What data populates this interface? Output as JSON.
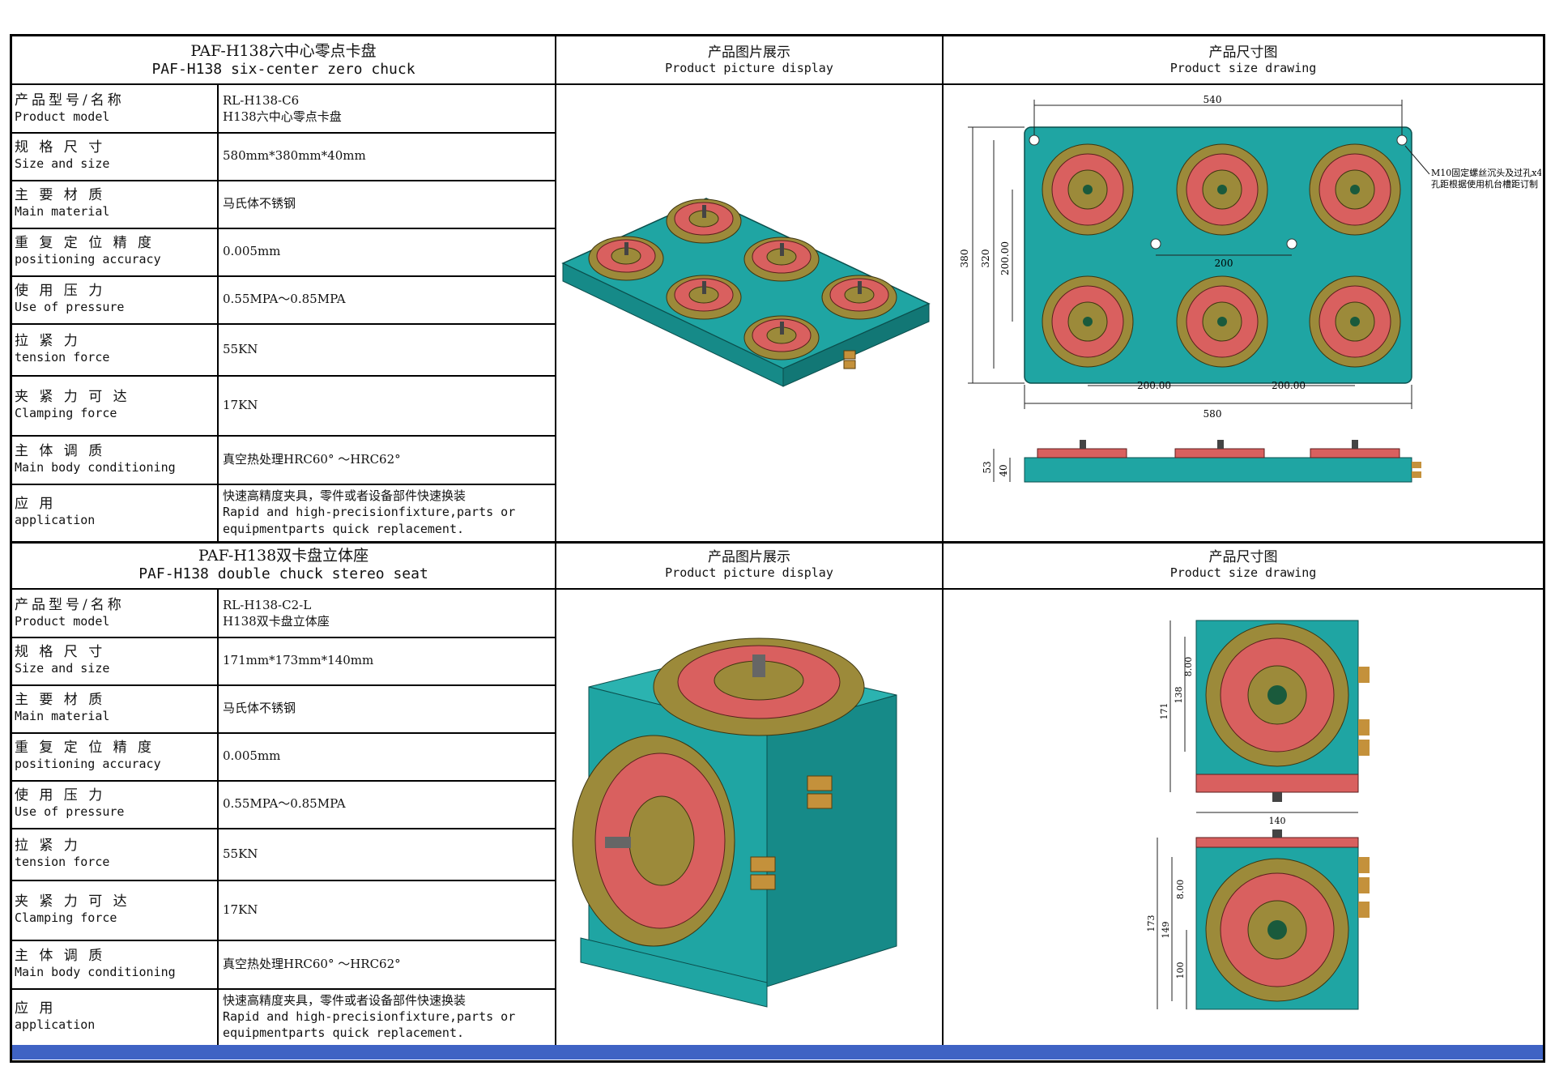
{
  "products": [
    {
      "title_zh": "PAF-H138六中心零点卡盘",
      "title_en": "PAF-H138 six-center zero chuck",
      "picture_header": {
        "zh": "产品图片展示",
        "en": "Product picture display"
      },
      "drawing_header": {
        "zh": "产品尺寸图",
        "en": "Product size drawing"
      },
      "specs": [
        {
          "label_zh": "产品型号/名称",
          "label_en": "Product model",
          "value": "RL-H138-C6",
          "value2": "H138六中心零点卡盘"
        },
        {
          "label_zh": "规 格 尺 寸",
          "label_en": "Size and size",
          "value": "580mm*380mm*40mm"
        },
        {
          "label_zh": "主 要 材 质",
          "label_en": "Main material",
          "value": "马氏体不锈钢"
        },
        {
          "label_zh": "重 复 定 位 精 度",
          "label_en": "positioning accuracy",
          "value": "0.005mm"
        },
        {
          "label_zh": "使 用 压 力",
          "label_en": "Use of pressure",
          "value": "0.55MPA～0.85MPA"
        },
        {
          "label_zh": "拉 紧 力",
          "label_en": "tension force",
          "value": "55KN"
        },
        {
          "label_zh": "夹 紧 力 可 达",
          "label_en": "Clamping force",
          "value": "17KN"
        },
        {
          "label_zh": "主 体 调 质",
          "label_en": "Main body conditioning",
          "value": "真空热处理HRC60° ～HRC62°"
        },
        {
          "label_zh": "应 用",
          "label_en": "application",
          "value": "快速高精度夹具，零件或者设备部件快速换装",
          "value2": "Rapid and high-precisionfixture,parts or",
          "value3": "equipmentparts quick replacement."
        }
      ],
      "dimensions": {
        "d540": "540",
        "d380": "380",
        "d320": "320",
        "d200v": "200.00",
        "d200": "200",
        "d200a": "200.00",
        "d200b": "200.00",
        "d580": "580",
        "d53": "53",
        "d40": "40",
        "note1": "M10固定螺丝沉头及过孔x4",
        "note2": "孔距根据使用机台槽距订制"
      }
    },
    {
      "title_zh": "PAF-H138双卡盘立体座",
      "title_en": "PAF-H138 double chuck stereo seat",
      "picture_header": {
        "zh": "产品图片展示",
        "en": "Product picture display"
      },
      "drawing_header": {
        "zh": "产品尺寸图",
        "en": "Product size drawing"
      },
      "specs": [
        {
          "label_zh": "产品型号/名称",
          "label_en": "Product model",
          "value": "RL-H138-C2-L",
          "value2": "H138双卡盘立体座"
        },
        {
          "label_zh": "规 格 尺 寸",
          "label_en": "Size and size",
          "value": "171mm*173mm*140mm"
        },
        {
          "label_zh": "主 要 材 质",
          "label_en": "Main material",
          "value": "马氏体不锈钢"
        },
        {
          "label_zh": "重 复 定 位 精 度",
          "label_en": "positioning accuracy",
          "value": "0.005mm"
        },
        {
          "label_zh": "使 用 压 力",
          "label_en": "Use of pressure",
          "value": "0.55MPA～0.85MPA"
        },
        {
          "label_zh": "拉 紧 力",
          "label_en": "tension force",
          "value": "55KN"
        },
        {
          "label_zh": "夹 紧 力 可 达",
          "label_en": "Clamping force",
          "value": "17KN"
        },
        {
          "label_zh": "主 体 调 质",
          "label_en": "Main body conditioning",
          "value": "真空热处理HRC60° ～HRC62°"
        },
        {
          "label_zh": "应 用",
          "label_en": "application",
          "value": "快速高精度夹具，零件或者设备部件快速换装",
          "value2": "Rapid and high-precisionfixture,parts or",
          "value3": "equipmentparts quick replacement."
        }
      ],
      "dimensions": {
        "d171": "171",
        "d138": "138",
        "d8": "8.00",
        "d140": "140",
        "d173": "173",
        "d149": "149",
        "d8b": "8.00",
        "d100": "100"
      }
    }
  ],
  "colors": {
    "teal": "#1fa5a3",
    "chuck_red": "#d9605f",
    "chuck_ring": "#9c8a3a",
    "brass": "#c4913b",
    "band_blue": "#3f63c4"
  }
}
